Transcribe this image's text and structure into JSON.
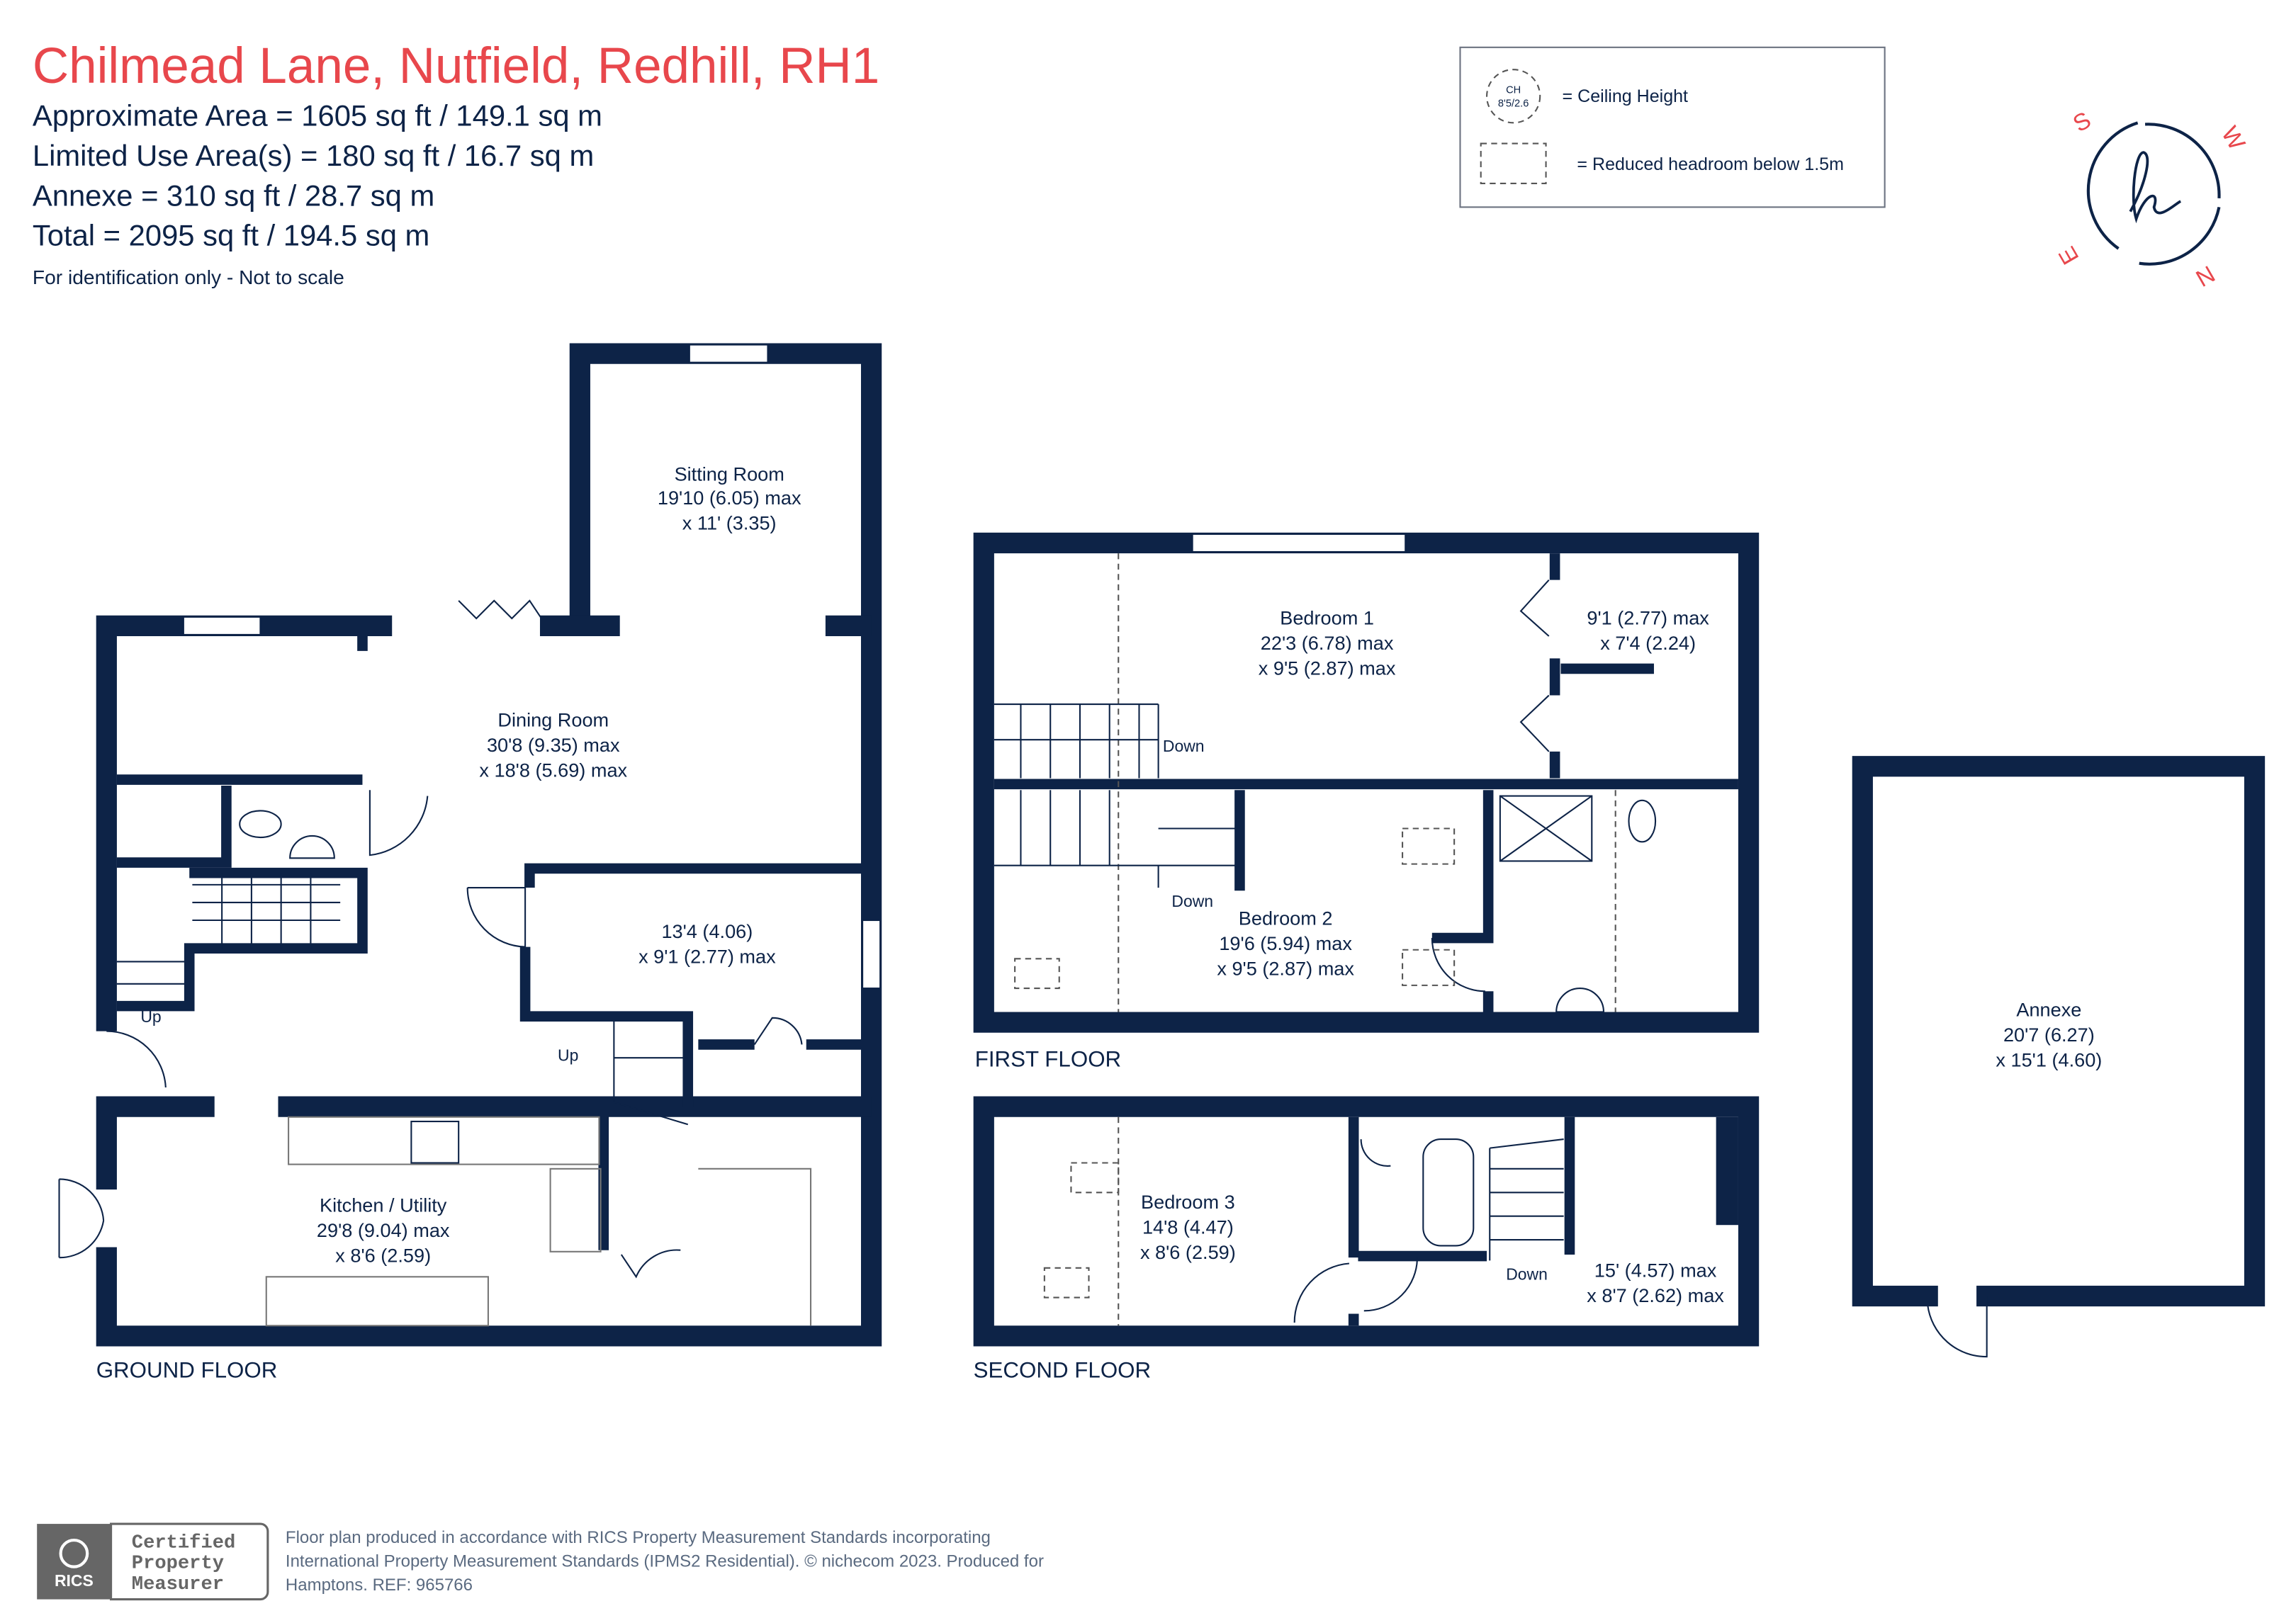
{
  "header": {
    "title": "Chilmead Lane, Nutfield, Redhill, RH1",
    "areas": [
      "Approximate Area = 1605 sq ft / 149.1 sq m",
      "Limited Use Area(s) = 180 sq ft / 16.7 sq m",
      "Annexe = 310 sq ft / 28.7 sq m",
      "Total = 2095 sq ft / 194.5 sq m"
    ],
    "note": "For identification only - Not to scale"
  },
  "legend": {
    "ch_abbr": "CH",
    "ch_value": "8'5/2.6",
    "ceiling_label": "= Ceiling Height",
    "headroom_label": "= Reduced headroom below 1.5m"
  },
  "compass": {
    "letters": [
      "S",
      "W",
      "N",
      "E"
    ],
    "accent": "#e8474c",
    "logo": "h"
  },
  "colors": {
    "walls": "#0d2347",
    "title": "#e8474c"
  },
  "ground_floor": {
    "label": "GROUND FLOOR",
    "sitting_room": [
      "Sitting Room",
      "19'10 (6.05) max",
      "x 11' (3.35)"
    ],
    "dining_room": [
      "Dining Room",
      "30'8 (9.35) max",
      "x 18'8 (5.69) max"
    ],
    "study": [
      "13'4 (4.06)",
      "x 9'1 (2.77) max"
    ],
    "kitchen": [
      "Kitchen / Utility",
      "29'8 (9.04) max",
      "x 8'6 (2.59)"
    ],
    "stairs_up_1": "Up",
    "stairs_up_2": "Up"
  },
  "first_floor": {
    "label": "FIRST FLOOR",
    "bedroom1": [
      "Bedroom 1",
      "22'3 (6.78) max",
      "x 9'5 (2.87) max"
    ],
    "dressing": [
      "9'1 (2.77) max",
      "x 7'4 (2.24)"
    ],
    "bedroom2": [
      "Bedroom 2",
      "19'6 (5.94) max",
      "x 9'5 (2.87) max"
    ],
    "stairs_down_1": "Down",
    "stairs_down_2": "Down"
  },
  "second_floor": {
    "label": "SECOND FLOOR",
    "bedroom3": [
      "Bedroom 3",
      "14'8 (4.47)",
      "x 8'6 (2.59)"
    ],
    "room": [
      "15' (4.57) max",
      "x 8'7 (2.62) max"
    ],
    "stairs_down": "Down"
  },
  "annexe": {
    "lines": [
      "Annexe",
      "20'7 (6.27)",
      "x 15'1 (4.60)"
    ]
  },
  "footer": {
    "badge": {
      "org": "RICS",
      "lines": [
        "Certified",
        "Property",
        "Measurer"
      ]
    },
    "text": [
      "Floor plan produced in accordance with RICS Property Measurement Standards incorporating",
      "International Property Measurement Standards (IPMS2 Residential).  © nichecom 2023.   Produced for",
      "Hamptons.   REF: 965766"
    ]
  }
}
